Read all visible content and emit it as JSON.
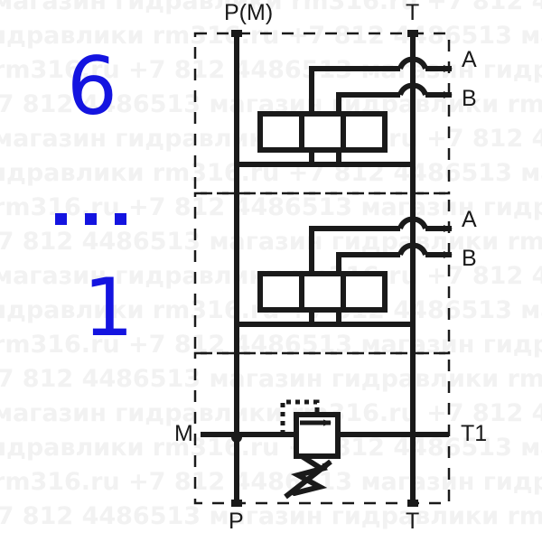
{
  "diagram": {
    "title": "hydraulic-directional-valve-stack-schematic",
    "colors": {
      "line": "#1a1a1a",
      "annotation": "#1414e0",
      "watermark": "#f2f2f2",
      "background": "#ffffff"
    },
    "ports": {
      "top_pressure": "P(M)",
      "top_tank": "T",
      "bottom_pressure": "P",
      "bottom_tank": "T",
      "gauge": "M",
      "tank_secondary": "T1",
      "work_a_1": "A",
      "work_b_1": "B",
      "work_a_2": "A",
      "work_b_2": "B"
    },
    "annotations": {
      "section_count": "6",
      "ellipsis": "...",
      "section_index": "1",
      "dot_count": 3
    },
    "sections": [
      {
        "name": "valve-section-1",
        "type": "4/3-directional-control-valve",
        "outputs": [
          "A",
          "B"
        ],
        "spool_positions": 3
      },
      {
        "name": "valve-section-2",
        "type": "4/3-directional-control-valve",
        "outputs": [
          "A",
          "B"
        ],
        "spool_positions": 3
      },
      {
        "name": "relief-valve-section",
        "type": "pressure-relief-valve",
        "features": [
          "pilot-line",
          "spring",
          "adjustable"
        ]
      }
    ]
  },
  "watermark": {
    "text": "магазин гидравлики rm316.ru +7 812 4486513",
    "lines": [
      "магазин гидравлики rm316.ru +7 812 4486513",
      "гидравлики rm316.ru +7 812 4486513 магазин",
      "rm316.ru +7 812 4486513 магазин гидравлики",
      "+7 812 4486513 магазин гидравлики rm316.ru",
      "магазин гидравлики rm316.ru +7 812 4486513",
      "гидравлики rm316.ru +7 812 4486513 магазин",
      "rm316.ru +7 812 4486513 магазин гидравлики",
      "+7 812 4486513 магазин гидравлики rm316.ru",
      "магазин гидравлики rm316.ru +7 812 4486513",
      "гидравлики rm316.ru +7 812 4486513 магазин",
      "rm316.ru +7 812 4486513 магазин гидравлики",
      "+7 812 4486513 магазин гидравлики rm316.ru",
      "магазин гидравлики rm316.ru +7 812 4486513",
      "гидравлики rm316.ru +7 812 4486513 магазин",
      "rm316.ru +7 812 4486513 магазин гидравлики",
      "+7 812 4486513 магазин гидравлики rm316.ru"
    ]
  }
}
